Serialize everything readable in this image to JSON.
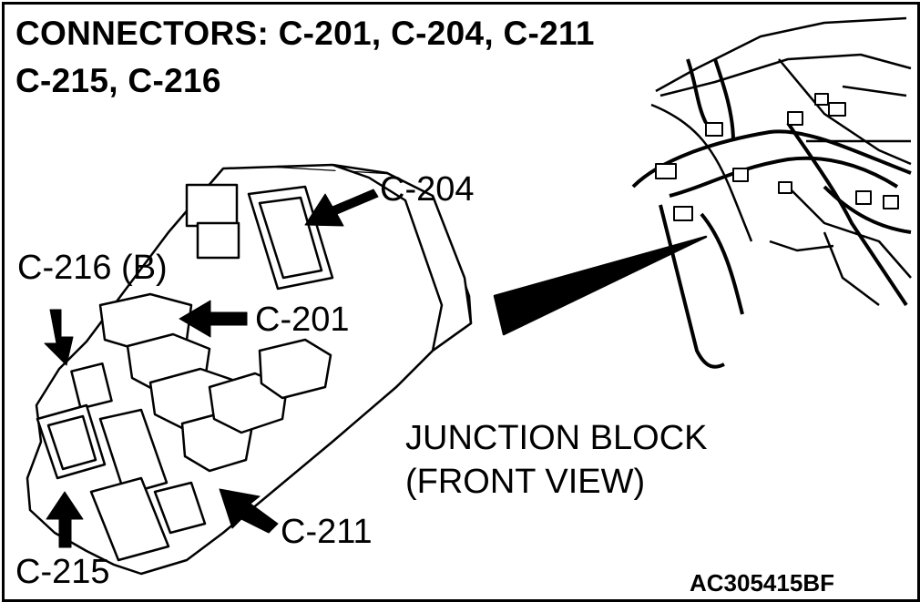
{
  "title": {
    "line1": "CONNECTORS: C-201, C-204, C-211",
    "line2": "C-215, C-216"
  },
  "labels": {
    "c204": "C-204",
    "c216b": "C-216 (B)",
    "c201": "C-201",
    "c211": "C-211",
    "c215": "C-215"
  },
  "caption": {
    "line1": "JUNCTION BLOCK",
    "line2": "(FRONT VIEW)"
  },
  "figure_code": "AC305415BF"
}
